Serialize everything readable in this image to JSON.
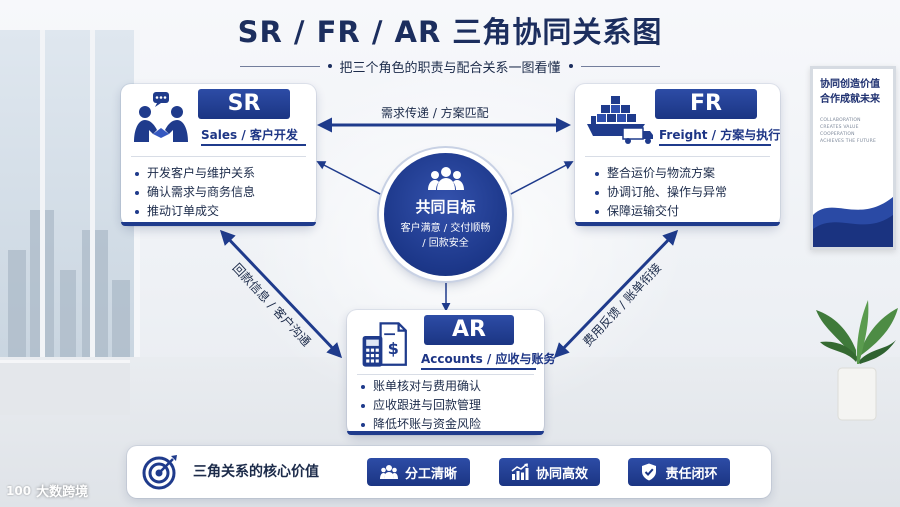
{
  "title": "SR / FR / AR 三角协同关系图",
  "subtitle": "把三个角色的职责与配合关系一图看懂",
  "colors": {
    "primary": "#1f3b8c",
    "accent_dark": "#1b3583",
    "text": "#1c2b4a"
  },
  "roles": {
    "sr": {
      "tag": "SR",
      "desc": "Sales / 客户开发",
      "icon": "handshake-icon",
      "items": [
        "开发客户与维护关系",
        "确认需求与商务信息",
        "推动订单成交"
      ]
    },
    "fr": {
      "tag": "FR",
      "desc": "Freight / 方案与执行",
      "icon": "cargo-ship-truck-icon",
      "items": [
        "整合运价与物流方案",
        "协调订舱、操作与异常",
        "保障运输交付"
      ]
    },
    "ar": {
      "tag": "AR",
      "desc": "Accounts / 应收与账务",
      "icon": "invoice-calculator-icon",
      "items": [
        "账单核对与费用确认",
        "应收跟进与回款管理",
        "降低坏账与资金风险"
      ]
    }
  },
  "goal": {
    "title": "共同目标",
    "line1": "客户满意 / 交付顺畅",
    "line2": "/ 回款安全",
    "icon": "team-icon"
  },
  "connections": {
    "sr_fr": "需求传递 / 方案匹配",
    "sr_ar": "回款信息 / 客户沟通",
    "fr_ar": "费用反馈 / 账单衔接"
  },
  "values": {
    "title": "三角关系的核心价值",
    "icon": "target-icon",
    "items": [
      {
        "label": "分工清晰",
        "icon": "people-icon"
      },
      {
        "label": "协同高效",
        "icon": "growth-chart-icon"
      },
      {
        "label": "责任闭环",
        "icon": "shield-check-icon"
      }
    ]
  },
  "poster": {
    "title_line1": "协同创造价值",
    "title_line2": "合作成就未来",
    "sub_lines": [
      "COLLABORATION",
      "CREATES VALUE",
      "COOPERATION",
      "ACHIEVES THE FUTURE"
    ]
  },
  "watermark": {
    "logo": "100",
    "text": "大数跨境"
  }
}
